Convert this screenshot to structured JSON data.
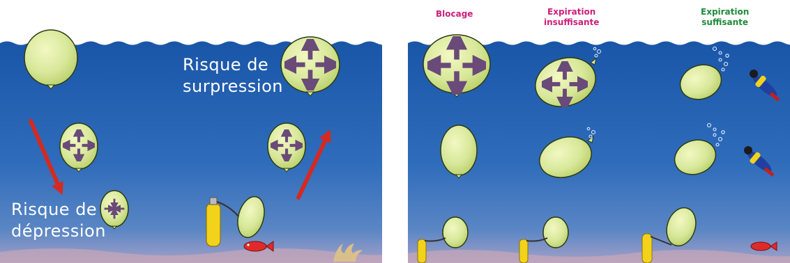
{
  "left_panel": {
    "label_surpression": [
      "Risque de",
      "surpression"
    ],
    "label_depression": [
      "Risque de",
      "dépression"
    ]
  },
  "right_panel": {
    "headers": [
      {
        "lines": [
          "Blocage"
        ],
        "color": "#cc1f7a"
      },
      {
        "lines": [
          "Expiration",
          "insuffisante"
        ],
        "color": "#cc1f7a"
      },
      {
        "lines": [
          "Expiration",
          "suffisante"
        ],
        "color": "#1f8a3a"
      }
    ]
  },
  "colors": {
    "water_top": "#1f5fb2",
    "water_bottom": "#5a88c6",
    "balloon": "#d8e89a",
    "arrow_red": "#d42a20",
    "arrow_purple": "#6a4a78",
    "tank": "#f2d21a",
    "fish": "#e02a2a"
  }
}
